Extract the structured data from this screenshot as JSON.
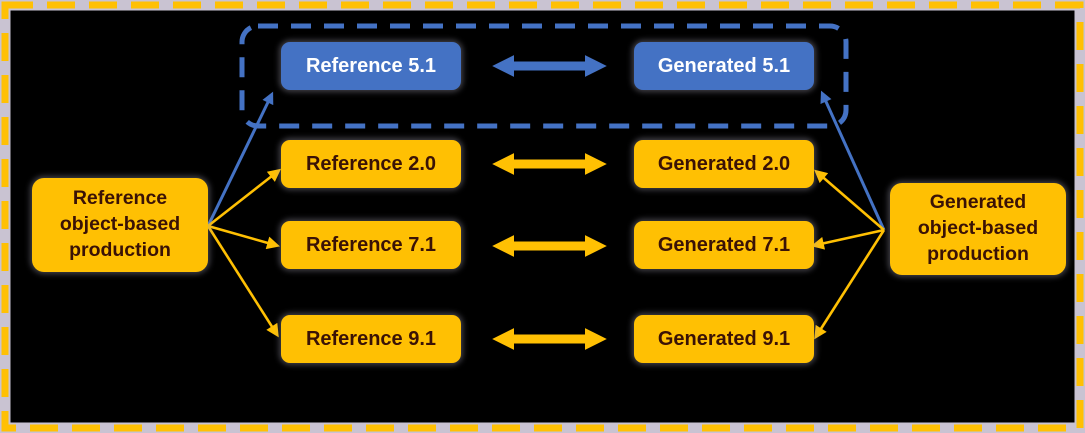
{
  "colors": {
    "bg": "#000000",
    "accent-yellow": "#FFC003",
    "accent-blue": "#4472C4",
    "box-text-dark": "#3A1206",
    "box-text-light": "#FFFFFF",
    "border-track": "#C9C3D2"
  },
  "nodes": {
    "left": "Reference\nobject-based\nproduction",
    "right": "Generated\nobject-based\nproduction"
  },
  "rows": [
    {
      "reference": "Reference 5.1",
      "generated": "Generated 5.1",
      "theme": "blue"
    },
    {
      "reference": "Reference 2.0",
      "generated": "Generated 2.0",
      "theme": "yellow"
    },
    {
      "reference": "Reference 7.1",
      "generated": "Generated 7.1",
      "theme": "yellow"
    },
    {
      "reference": "Reference 9.1",
      "generated": "Generated 9.1",
      "theme": "yellow"
    }
  ]
}
